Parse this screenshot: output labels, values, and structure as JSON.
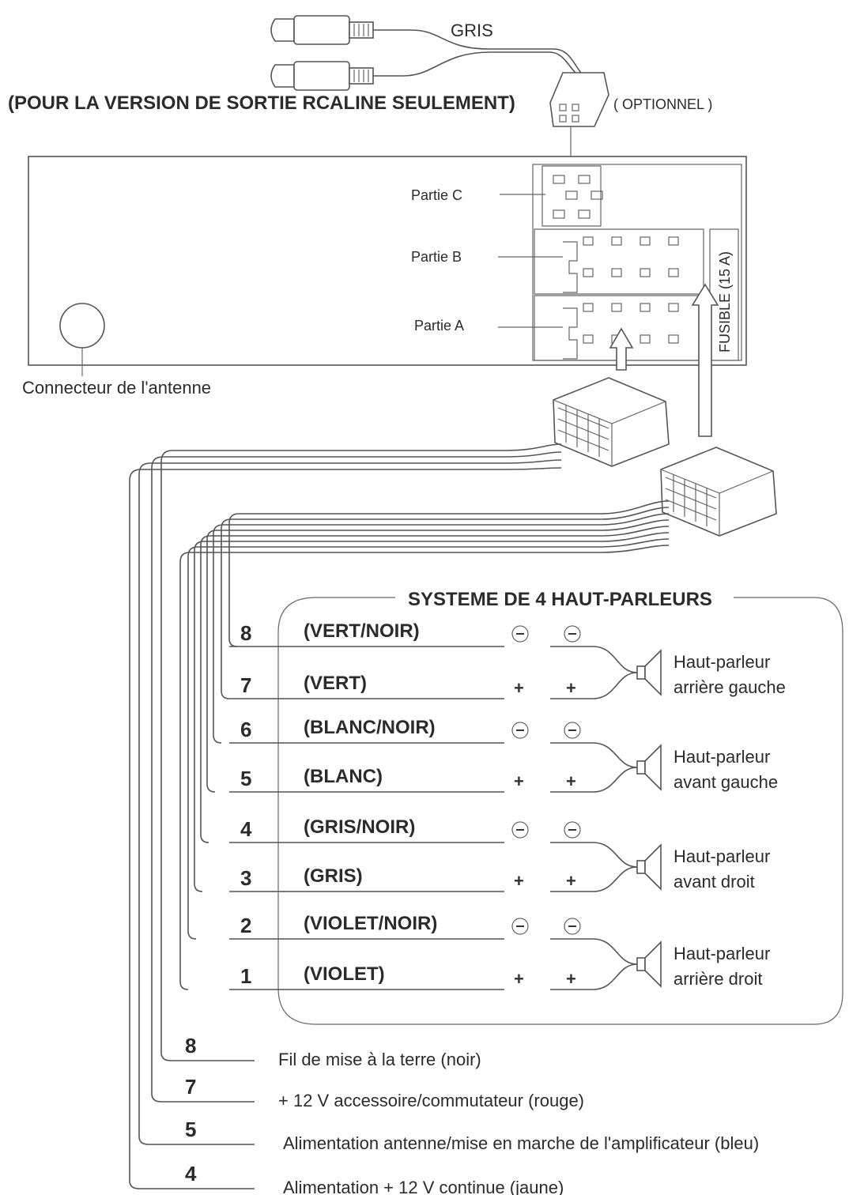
{
  "header": {
    "rca_label": "GRIS",
    "rca_version_note": "(POUR LA VERSION DE SORTIE RCALINE SEULEMENT)",
    "optional_note": "( OPTIONNEL )"
  },
  "unit": {
    "part_c": "Partie C",
    "part_b": "Partie B",
    "part_a": "Partie A",
    "fuse": "FUSIBLE (15 A)",
    "antenna": "Connecteur de l'antenne"
  },
  "speaker_system": {
    "title": "SYSTEME DE 4 HAUT-PARLEURS",
    "wires": [
      {
        "num": "8",
        "color": "(VERT/NOIR)",
        "polarity": "-"
      },
      {
        "num": "7",
        "color": "(VERT)",
        "polarity": "+"
      },
      {
        "num": "6",
        "color": "(BLANC/NOIR)",
        "polarity": "-"
      },
      {
        "num": "5",
        "color": "(BLANC)",
        "polarity": "+"
      },
      {
        "num": "4",
        "color": "(GRIS/NOIR)",
        "polarity": "-"
      },
      {
        "num": "3",
        "color": "(GRIS)",
        "polarity": "+"
      },
      {
        "num": "2",
        "color": "(VIOLET/NOIR)",
        "polarity": "-"
      },
      {
        "num": "1",
        "color": "(VIOLET)",
        "polarity": "+"
      }
    ],
    "speakers": [
      {
        "line1": "Haut-parleur",
        "line2": "arrière gauche"
      },
      {
        "line1": "Haut-parleur",
        "line2": "avant gauche"
      },
      {
        "line1": "Haut-parleur",
        "line2": "avant droit"
      },
      {
        "line1": "Haut-parleur",
        "line2": "arrière droit"
      }
    ]
  },
  "power_wires": [
    {
      "num": "8",
      "desc": "Fil de mise à la terre (noir)"
    },
    {
      "num": "7",
      "desc": "+ 12 V accessoire/commutateur (rouge)"
    },
    {
      "num": "5",
      "desc": "Alimentation antenne/mise en marche de l'amplificateur (bleu)"
    },
    {
      "num": "4",
      "desc": "Alimentation + 12 V continue (jaune)"
    }
  ]
}
